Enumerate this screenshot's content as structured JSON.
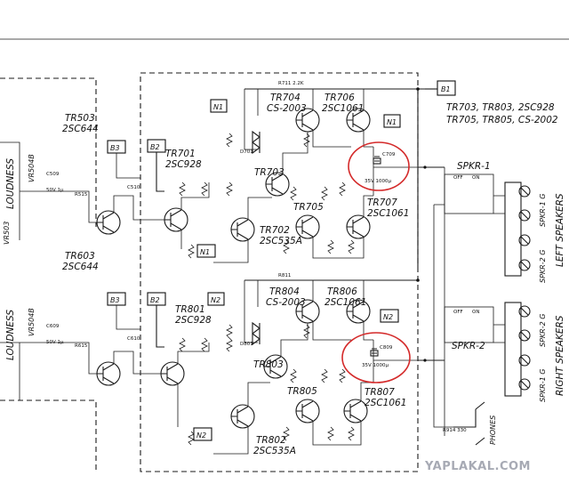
{
  "nodes": {
    "b1": "B1",
    "b2_upper": "B2",
    "b2_lower": "B2",
    "b3_upper": "B3",
    "b3_lower": "B3",
    "n1_top": "N1",
    "n1_right": "N1",
    "n1_bottom": "N1",
    "n2_top": "N2",
    "n2_right": "N2",
    "n2_bottom": "N2"
  },
  "transistors": {
    "tr503": {
      "ref": "TR503",
      "type": "2SC644"
    },
    "tr603": {
      "ref": "TR603",
      "type": "2SC644"
    },
    "tr701": {
      "ref": "TR701",
      "type": "2SC928"
    },
    "tr702": {
      "ref": "TR702",
      "type": "2SC535A"
    },
    "tr703": {
      "ref": "TR703"
    },
    "tr704": {
      "ref": "TR704",
      "type": "CS-2003"
    },
    "tr705": {
      "ref": "TR705"
    },
    "tr706": {
      "ref": "TR706",
      "type": "2SC1061"
    },
    "tr707": {
      "ref": "TR707",
      "type": "2SC1061"
    },
    "tr801": {
      "ref": "TR801",
      "type": "2SC928"
    },
    "tr802": {
      "ref": "TR802",
      "type": "2SC535A"
    },
    "tr803": {
      "ref": "TR803"
    },
    "tr804": {
      "ref": "TR804",
      "type": "CS-2003"
    },
    "tr805": {
      "ref": "TR805"
    },
    "tr806": {
      "ref": "TR806",
      "type": "2SC1061"
    },
    "tr807": {
      "ref": "TR807",
      "type": "2SC1061"
    }
  },
  "notes": {
    "line1": "TR703, TR803,   2SC928",
    "line2": "TR705, TR805,   CS-2002"
  },
  "controls": {
    "loudness_upper": "LOUDNESS",
    "loudness_lower": "LOUDNESS",
    "vr504": "VR504B",
    "vr503": "VR503",
    "vr604": "VR504B"
  },
  "switches": {
    "spkr1": "SPKR-1",
    "spkr2": "SPKR-2",
    "off": "OFF",
    "on": "ON"
  },
  "outputs": {
    "left_speakers": "LEFT SPEAKERS",
    "right_speakers": "RIGHT SPEAKERS",
    "phones": "PHONES",
    "spkr1_gnd_top": "SPKR-1  G",
    "spkr2_gnd_top": "SPKR-2  G",
    "spkr1_gnd_bot": "SPKR-1  G",
    "spkr2_gnd_bot": "SPKR-2  G"
  },
  "capacitors": {
    "c709": {
      "ref": "C709",
      "value": "35V 1000μ"
    },
    "c809": {
      "ref": "C809",
      "value": "35V 1000μ"
    },
    "c509": {
      "ref": "C509",
      "value": "50V 1μ"
    },
    "c609": {
      "ref": "C609",
      "value": "50V 1μ"
    },
    "c510": {
      "ref": "C510"
    },
    "c610": {
      "ref": "C610"
    }
  },
  "resistors": {
    "r711": "R711  2.2K",
    "r811": "R811",
    "r515": "R515",
    "r615": "R615",
    "r914": "R914  330"
  },
  "diodes": {
    "d701": "D701",
    "d801": "D801"
  },
  "watermark": "YAPLAKAL.COM",
  "highlight_color": "#d42a2a"
}
